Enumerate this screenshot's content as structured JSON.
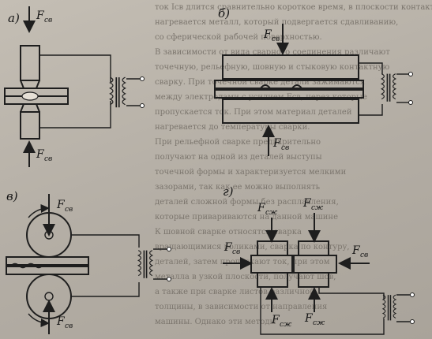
{
  "panels": {
    "a": {
      "label": "а)"
    },
    "b": {
      "label": "б)"
    },
    "v": {
      "label": "в)"
    },
    "g": {
      "label": "г)"
    }
  },
  "force": {
    "main": "F",
    "sub_weld": "св",
    "sub_clamp": "сж"
  },
  "background_text": [
    "ток Iсв длится сравнительно короткое время, в плоскости контакта",
    "нагревается металл, который подвергается сдавливанию,",
    "со сферической рабочей поверхностью.",
    "В зависимости от вида сварного соединения различают",
    "точечную, рельефную, шовную и стыковую контактную",
    "сварку. При точечной сварке детали зажимаются",
    "между электродами с усилием Fсв, через которые",
    "пропускается ток. При этом материал деталей",
    "нагревается до температуры сварки.",
    "При рельефной сварке предварительно",
    "получают на одной из деталей выступы",
    "точечной формы и характеризуется мелкими",
    "зазорами, так как ее можно выполнять",
    "деталей сложной формы без расплавления,",
    "которые привариваются на данной машине",
    "К шовной сварке относятся сварка",
    "вращающимися роликами, сварка по контуру,",
    "деталей, затем пропускают ток, при этом",
    "металла в узкой плоскости, получают шов,",
    "а также при сварке листов различной",
    "толщины, в зависимости от направления",
    "машины. Однако эти методы"
  ]
}
